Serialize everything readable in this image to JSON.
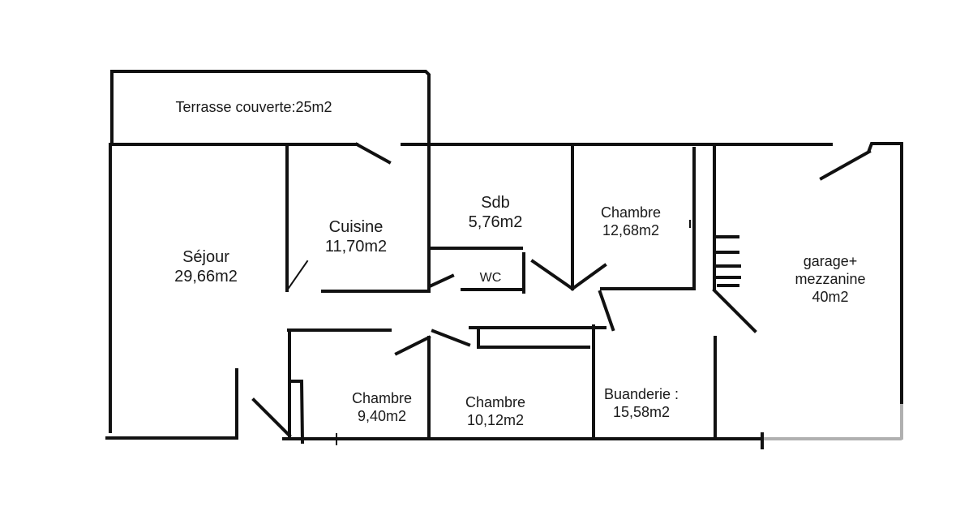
{
  "title": "Plan de la maison",
  "rooms": [
    {
      "id": "terrasse",
      "name": "Terrasse couverte:25m2",
      "area": ""
    },
    {
      "id": "sejour",
      "name": "Séjour",
      "area": "29,66m2"
    },
    {
      "id": "cuisine",
      "name": "Cuisine",
      "area": "11,70m2"
    },
    {
      "id": "sdb",
      "name": "Sdb",
      "area": "5,76m2"
    },
    {
      "id": "wc",
      "name": "WC",
      "area": ""
    },
    {
      "id": "chambre1",
      "name": "Chambre",
      "area": "12,68m2"
    },
    {
      "id": "garage",
      "name": "garage+",
      "name2": "mezzanine",
      "area": "40m2"
    },
    {
      "id": "chambre2",
      "name": "Chambre",
      "area": "9,40m2"
    },
    {
      "id": "chambre3",
      "name": "Chambre",
      "area": "10,12m2"
    },
    {
      "id": "buanderie",
      "name": "Buanderie :",
      "area": "15,58m2"
    }
  ],
  "colors": {
    "wall": "#111111",
    "text": "#1a1a1a",
    "background": "#ffffff"
  }
}
